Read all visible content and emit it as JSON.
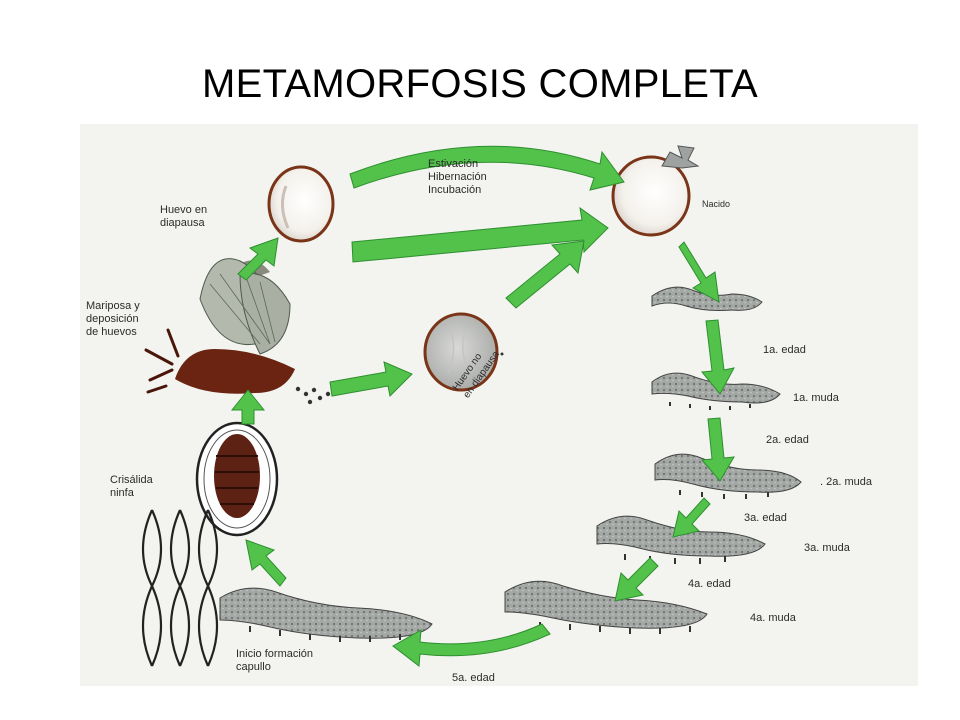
{
  "title": "METAMORFOSIS COMPLETA",
  "colors": {
    "arrow": "#52c24a",
    "arrow_edge": "#2e8f2f",
    "egg_rim": "#7a3418",
    "larva": "#9ea2a0",
    "pupa": "#5e2214",
    "moth_body": "#6b2412",
    "panel": "#f3f4ef"
  },
  "labels": {
    "huevo_diapausa": [
      "Huevo en",
      "diapausa"
    ],
    "estivacion": [
      "Estivación",
      "Hibernación",
      "Incubación"
    ],
    "nacido": "Nacido",
    "mariposa": [
      "Mariposa y",
      "deposición",
      "de huevos"
    ],
    "huevo_no_diapausa": [
      "Huevo no",
      "en diapausa"
    ],
    "crisalida": [
      "Crisálida",
      "ninfa"
    ],
    "inicio_capullo": [
      "Inicio formación",
      "capullo"
    ],
    "edad_5": "5a. edad",
    "edad_1": "1a. edad",
    "muda_1": "1a. muda",
    "edad_2": "2a. edad",
    "muda_2": ". 2a. muda",
    "edad_3": "3a. edad",
    "muda_3": "3a. muda",
    "edad_4": "4a. edad",
    "muda_4": "4a. muda"
  }
}
